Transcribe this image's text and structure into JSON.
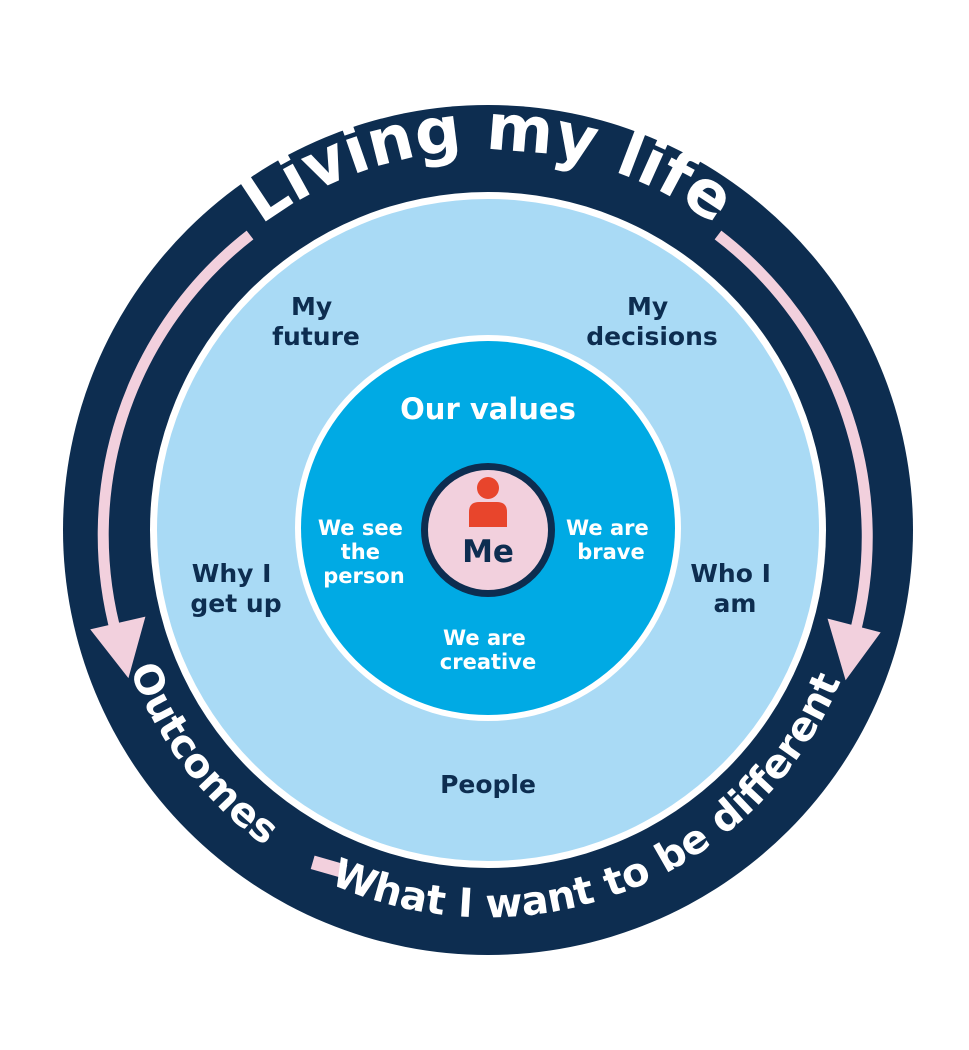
{
  "colors": {
    "outer_ring": "#0d2d50",
    "middle_disc": "#a9daf5",
    "inner_disc": "#00aae4",
    "center_disc": "#f2d0dd",
    "separator": "#ffffff",
    "arrow": "#f2d0dd",
    "person_icon": "#e8452c",
    "dark_text": "#0d2d50",
    "light_text": "#ffffff"
  },
  "outer": {
    "title": "Living my life",
    "bottom_left": "Outcomes",
    "bottom_right": "What I want to be different"
  },
  "middle": {
    "top_left": [
      "My",
      "future"
    ],
    "top_right": [
      "My",
      "decisions"
    ],
    "left": [
      "Why I",
      "get up"
    ],
    "right": [
      "Who I",
      "am"
    ],
    "bottom": "People"
  },
  "inner": {
    "title": "Our values",
    "left": [
      "We see",
      "the",
      "person"
    ],
    "right": [
      "We are",
      "brave"
    ],
    "bottom": [
      "We are",
      "creative"
    ]
  },
  "center": {
    "label": "Me",
    "icon": "person-icon"
  }
}
